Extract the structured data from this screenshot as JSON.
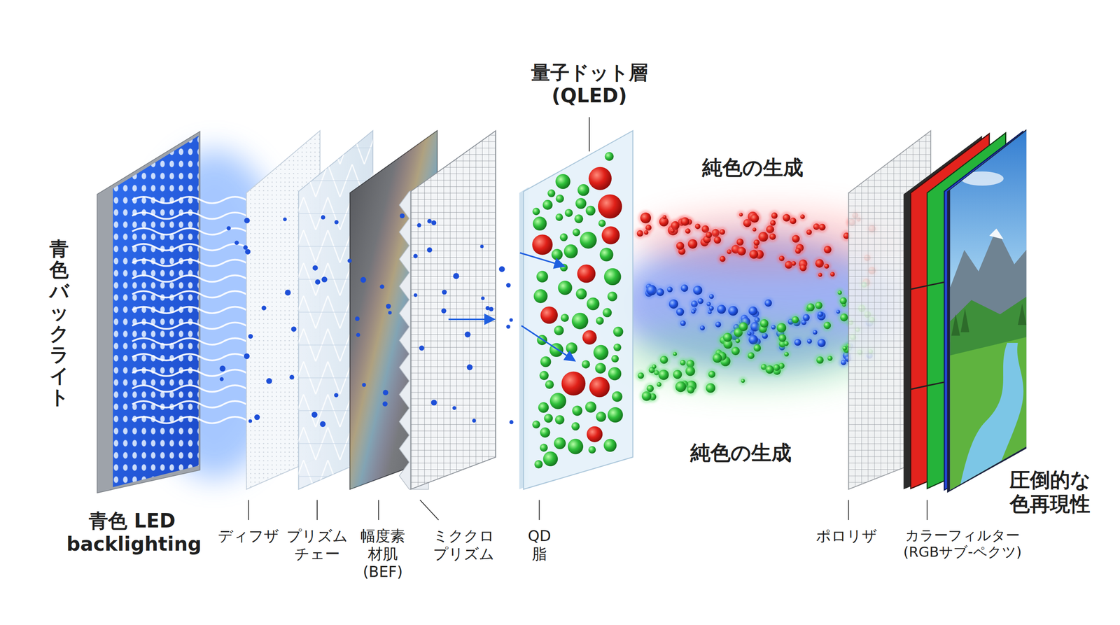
{
  "diagram": {
    "labels": [
      "青色バックライト",
      "量子ドット層 (QLED)",
      "純色の生成",
      "純色の生成",
      "圧倒的な 色再現性",
      "青色 LED backlighting",
      "ディフザ",
      "プリズム チェー",
      "幅度素 材肌 (BEF)",
      "ミククロ プリズム",
      "QD 脂",
      "ポロリザ",
      "カラーフィルター (RGBサブ-ペクツ)"
    ]
  }
}
